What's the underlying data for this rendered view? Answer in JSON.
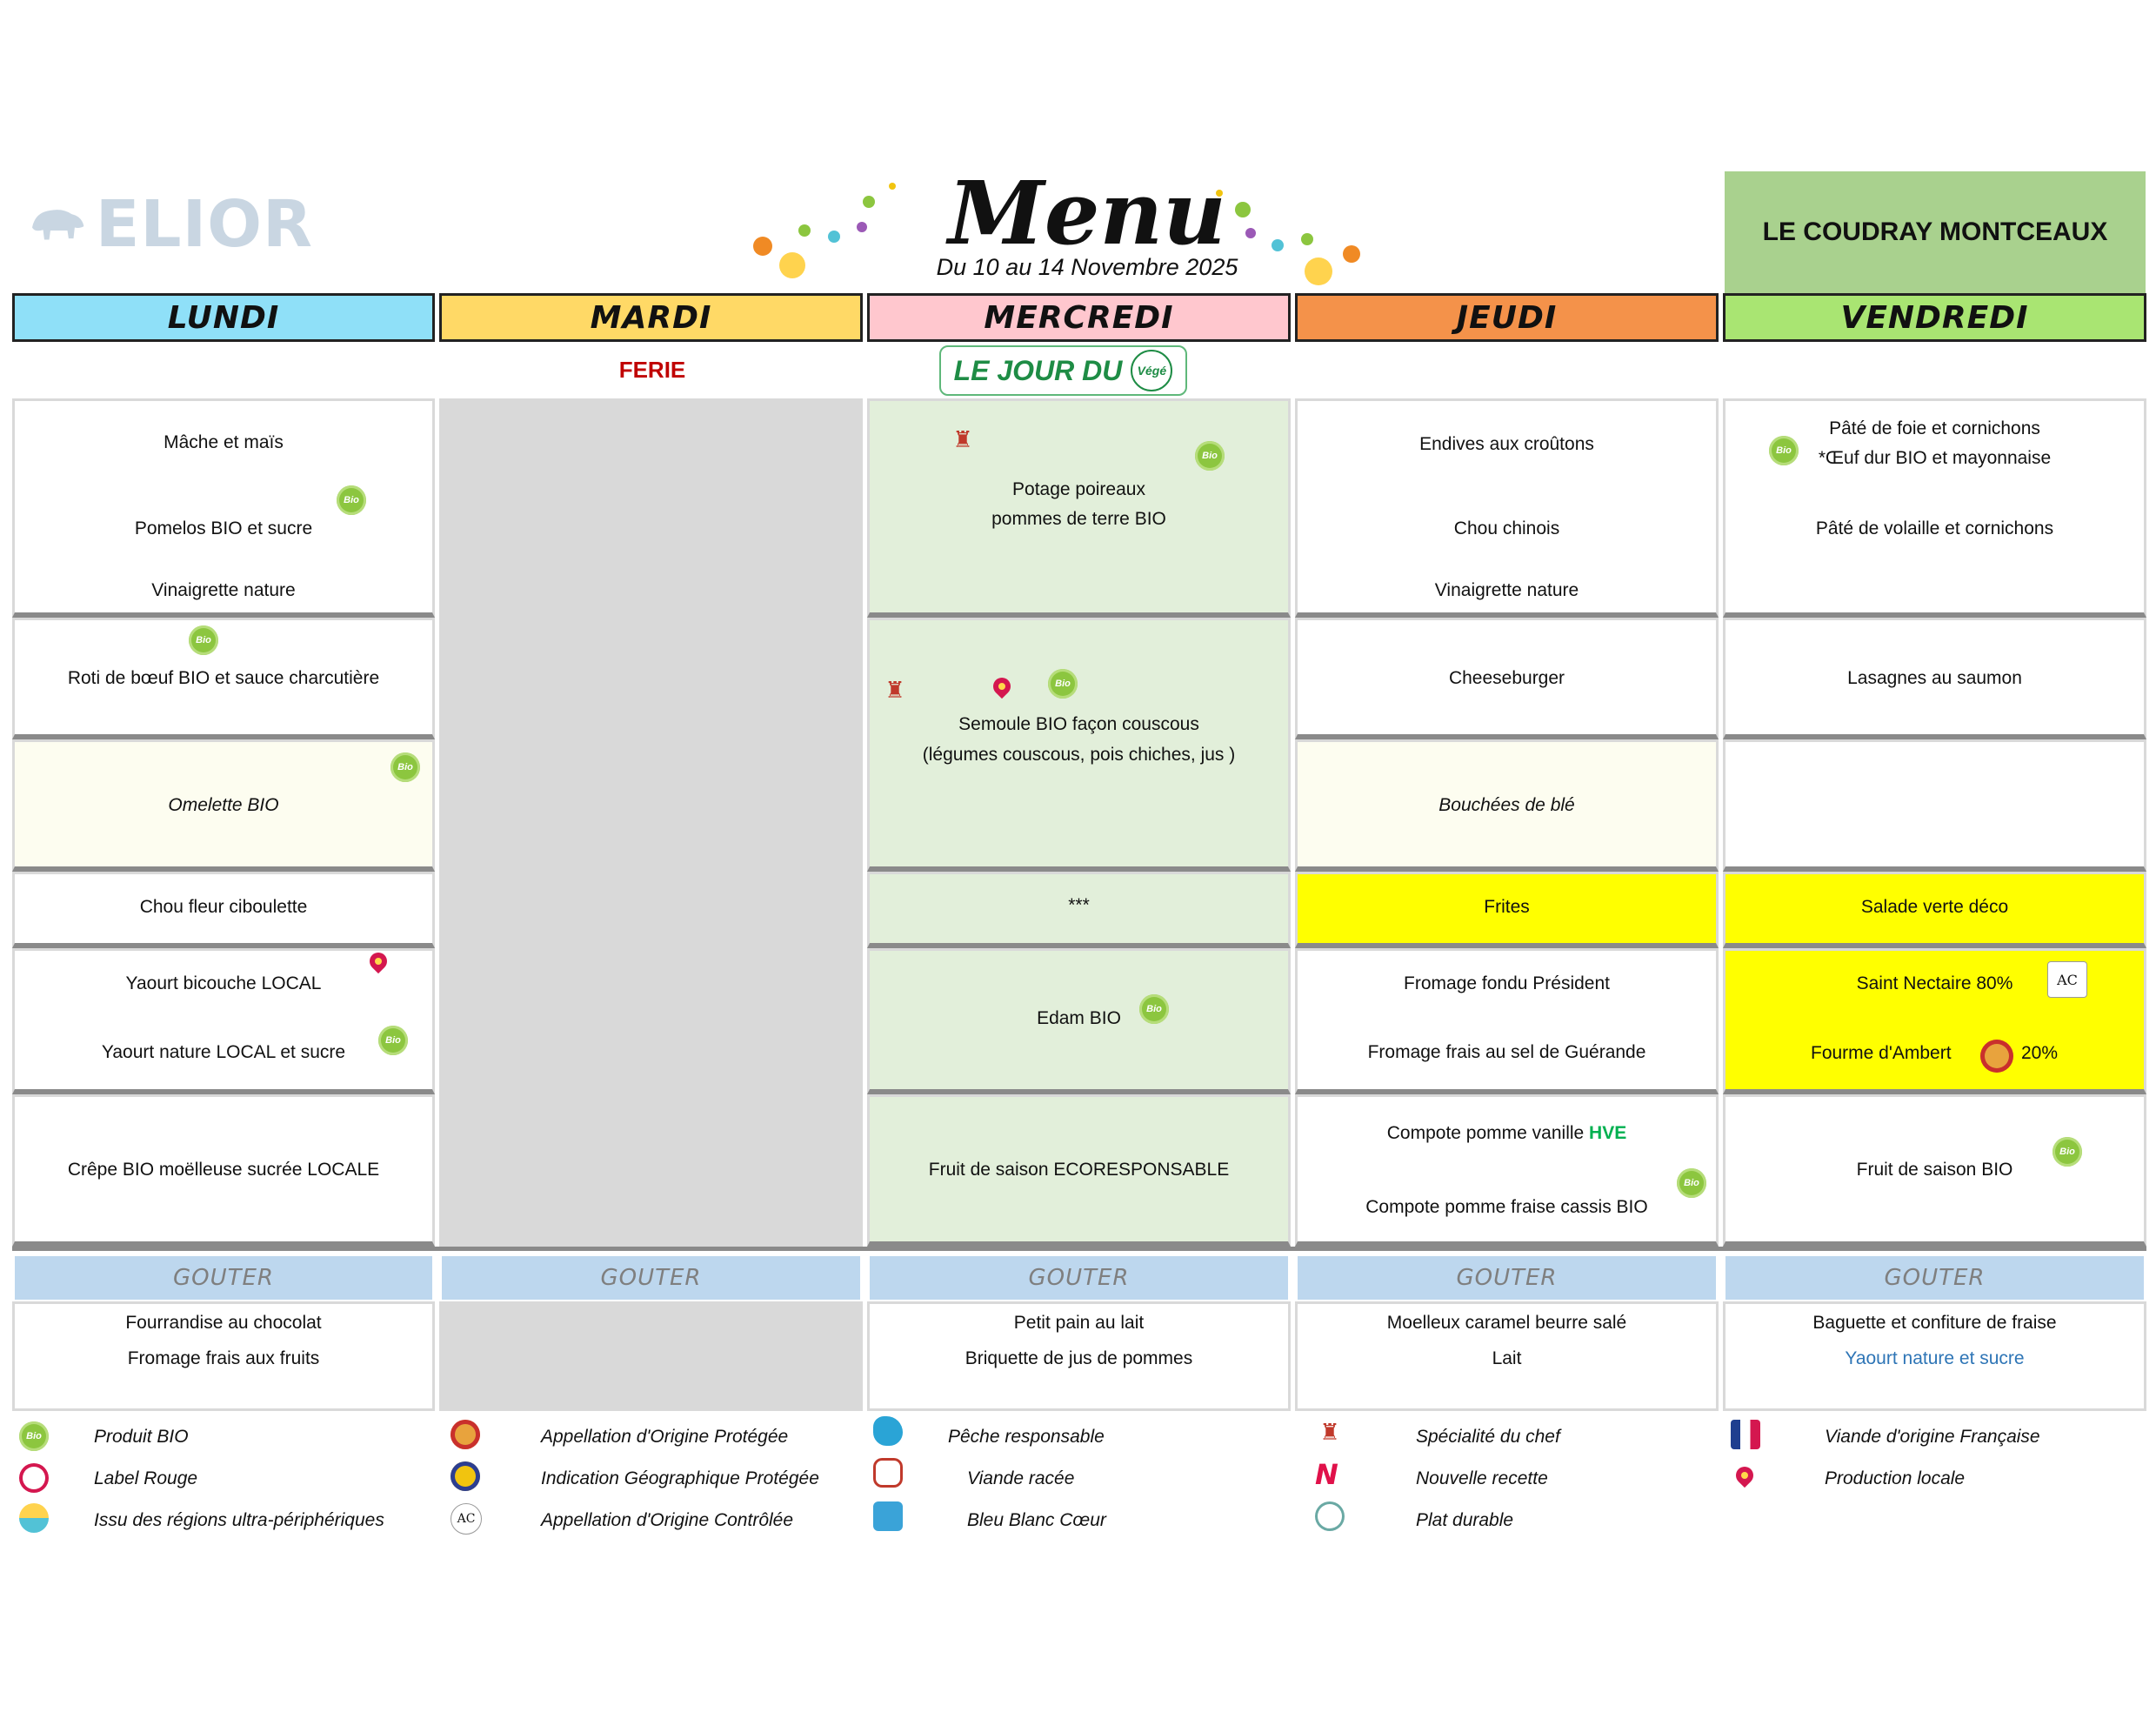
{
  "brand": "ELIOR",
  "header": {
    "title": "Menu",
    "subtitle": "Du 10 au 14 Novembre 2025",
    "site": "LE COUDRAY MONTCEAUX"
  },
  "days": [
    "LUNDI",
    "MARDI",
    "MERCREDI",
    "JEUDI",
    "VENDREDI"
  ],
  "day_colors": [
    "#8fe0f8",
    "#ffd966",
    "#ffc7ce",
    "#f4924a",
    "#a9e572"
  ],
  "mardi_note": "FERIE",
  "vege_banner": {
    "text": "LE JOUR DU",
    "badge": "Végé"
  },
  "icons": {
    "bio": "Bio"
  },
  "menu": {
    "lundi": {
      "entree": [
        "Mâche et maïs",
        "Pomelos BIO et sucre",
        "Vinaigrette nature"
      ],
      "plat": "Roti de bœuf BIO et sauce charcutière",
      "alt": "Omelette BIO",
      "accomp": "Chou fleur ciboulette",
      "laitage": [
        "Yaourt bicouche LOCAL",
        "Yaourt nature LOCAL et sucre"
      ],
      "dessert": "Crêpe BIO moëlleuse sucrée LOCALE"
    },
    "mercredi": {
      "entree": [
        "Potage poireaux",
        "pommes de terre BIO"
      ],
      "plat": [
        "Semoule BIO façon couscous",
        "(légumes couscous, pois chiches, jus )"
      ],
      "accomp": "***",
      "laitage": "Edam BIO",
      "dessert": "Fruit de saison  ECORESPONSABLE"
    },
    "jeudi": {
      "entree": [
        "Endives aux croûtons",
        "Chou chinois",
        "Vinaigrette nature"
      ],
      "plat": "Cheeseburger",
      "alt": "Bouchées de blé",
      "accomp": "Frites",
      "laitage": [
        "Fromage fondu Président",
        "Fromage frais au sel de Guérande"
      ],
      "dessert": [
        "Compote pomme vanille ",
        "HVE",
        "Compote pomme fraise cassis BIO"
      ]
    },
    "vendredi": {
      "entree": [
        "Pâté de foie et cornichons",
        "*Œuf dur BIO et mayonnaise",
        "Pâté de volaille et cornichons"
      ],
      "plat": "Lasagnes au saumon",
      "accomp": "Salade verte déco",
      "laitage": [
        "Saint Nectaire  80%",
        "Fourme d'Ambert",
        "20%"
      ],
      "dessert": "Fruit de saison  BIO"
    }
  },
  "gouter": {
    "label": "GOUTER",
    "lundi": [
      "Fourrandise au chocolat",
      "Fromage frais aux fruits"
    ],
    "mercredi": [
      "Petit pain au lait",
      "Briquette de jus de pommes"
    ],
    "jeudi": [
      "Moelleux caramel beurre salé",
      "Lait"
    ],
    "vendredi": [
      "Baguette et confiture de fraise",
      "Yaourt nature et sucre"
    ]
  },
  "legend": {
    "col1": [
      "Produit BIO",
      "Label Rouge",
      "Issu des régions ultra-périphériques"
    ],
    "col2": [
      "Appellation d'Origine Protégée",
      "Indication Géographique Protégée",
      "Appellation d'Origine Contrôlée"
    ],
    "col3": [
      "Pêche responsable",
      "Viande racée",
      "Bleu Blanc Cœur"
    ],
    "col4": [
      "Spécialité du chef",
      "Nouvelle recette",
      "Plat durable"
    ],
    "col5": [
      "Viande d'origine Française",
      "Production locale"
    ]
  },
  "colors": {
    "bio_green": "#8cc63f",
    "highlight_yellow": "#ffff00",
    "gouter_blue": "#bdd7ee",
    "ferie_red": "#c00000",
    "hve_green": "#00b050",
    "link_blue": "#2e75b6"
  }
}
